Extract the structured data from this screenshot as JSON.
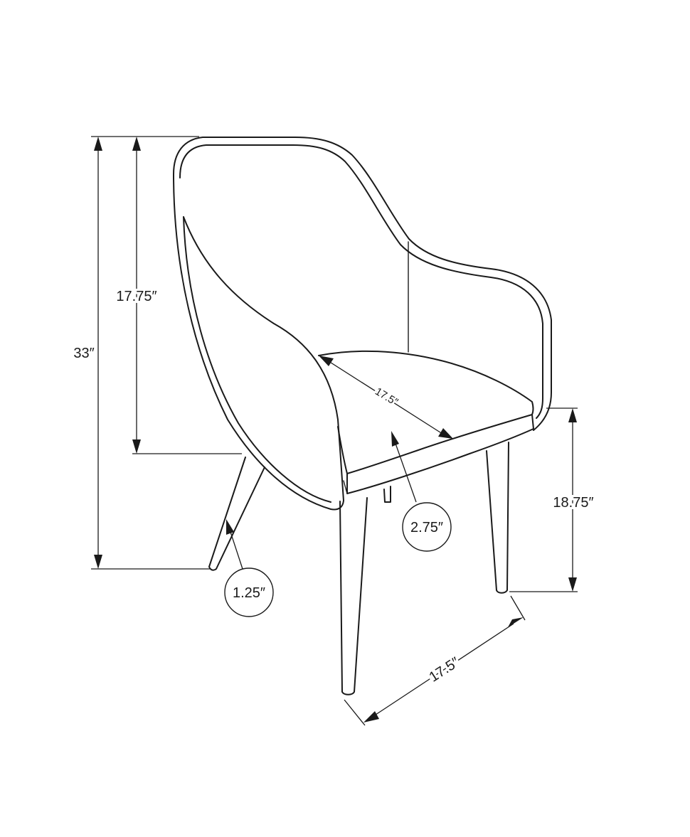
{
  "dimensions": {
    "total_height": "33″",
    "back_height": "17.75″",
    "seat_height": "18.75″",
    "seat_depth": "17.5″",
    "base_width": "17.5″",
    "cushion_thickness": "2.75″",
    "leg_width": "1.25″"
  }
}
